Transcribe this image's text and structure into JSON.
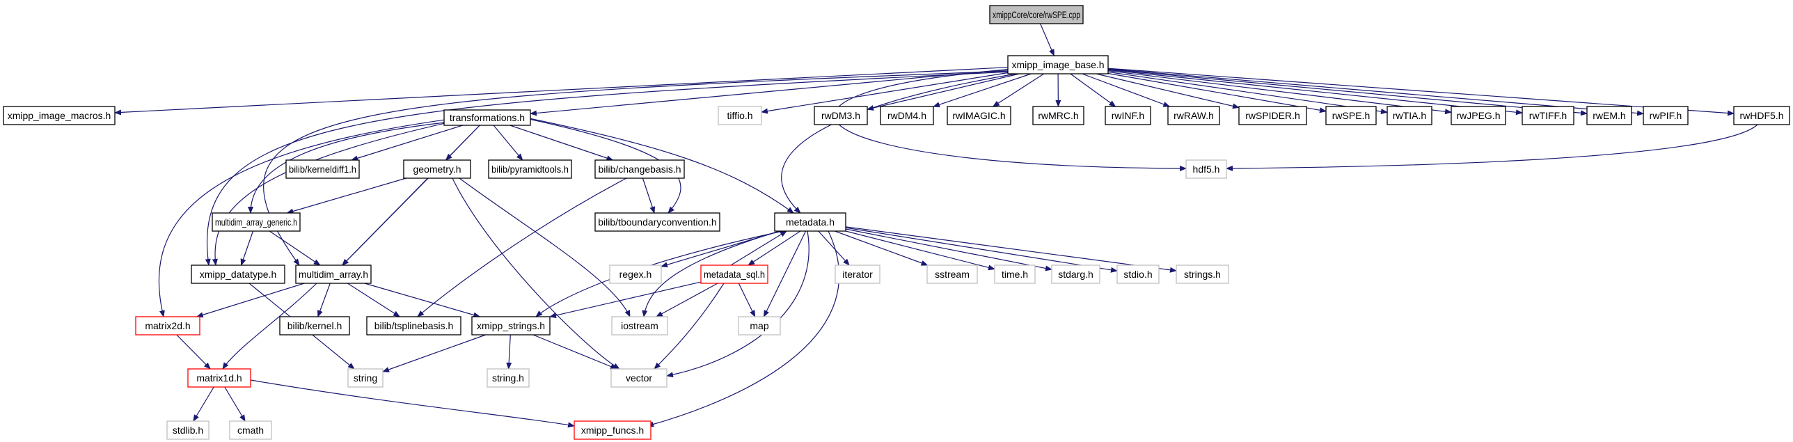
{
  "graph": {
    "nodes": [
      {
        "id": "rwSPE_cpp",
        "label": "xmippCore/core/rwSPE.cpp",
        "style": "root"
      },
      {
        "id": "xmipp_image_base",
        "label": "xmipp_image_base.h",
        "style": "normal"
      },
      {
        "id": "xmipp_image_macros",
        "label": "xmipp_image_macros.h",
        "style": "normal"
      },
      {
        "id": "transformations",
        "label": "transformations.h",
        "style": "normal"
      },
      {
        "id": "tiffio",
        "label": "tiffio.h",
        "style": "external"
      },
      {
        "id": "rwDM3",
        "label": "rwDM3.h",
        "style": "normal"
      },
      {
        "id": "rwDM4",
        "label": "rwDM4.h",
        "style": "normal"
      },
      {
        "id": "rwIMAGIC",
        "label": "rwIMAGIC.h",
        "style": "normal"
      },
      {
        "id": "rwMRC",
        "label": "rwMRC.h",
        "style": "normal"
      },
      {
        "id": "rwINF",
        "label": "rwINF.h",
        "style": "normal"
      },
      {
        "id": "rwRAW",
        "label": "rwRAW.h",
        "style": "normal"
      },
      {
        "id": "rwSPIDER",
        "label": "rwSPIDER.h",
        "style": "normal"
      },
      {
        "id": "rwSPE",
        "label": "rwSPE.h",
        "style": "normal"
      },
      {
        "id": "rwTIA",
        "label": "rwTIA.h",
        "style": "normal"
      },
      {
        "id": "rwJPEG",
        "label": "rwJPEG.h",
        "style": "normal"
      },
      {
        "id": "rwTIFF",
        "label": "rwTIFF.h",
        "style": "normal"
      },
      {
        "id": "rwEM",
        "label": "rwEM.h",
        "style": "normal"
      },
      {
        "id": "rwPIF",
        "label": "rwPIF.h",
        "style": "normal"
      },
      {
        "id": "rwHDF5",
        "label": "rwHDF5.h",
        "style": "normal"
      },
      {
        "id": "hdf5",
        "label": "hdf5.h",
        "style": "external"
      },
      {
        "id": "kerneldiff1",
        "label": "bilib/kerneldiff1.h",
        "style": "normal"
      },
      {
        "id": "geometry",
        "label": "geometry.h",
        "style": "normal"
      },
      {
        "id": "pyramidtools",
        "label": "bilib/pyramidtools.h",
        "style": "normal"
      },
      {
        "id": "changebasis",
        "label": "bilib/changebasis.h",
        "style": "normal"
      },
      {
        "id": "tboundary",
        "label": "bilib/tboundaryconvention.h",
        "style": "normal"
      },
      {
        "id": "metadata",
        "label": "metadata.h",
        "style": "normal"
      },
      {
        "id": "mag",
        "label": "multidim_array_generic.h",
        "style": "normal"
      },
      {
        "id": "xmipp_datatype",
        "label": "xmipp_datatype.h",
        "style": "normal"
      },
      {
        "id": "multidim_array",
        "label": "multidim_array.h",
        "style": "normal"
      },
      {
        "id": "regex",
        "label": "regex.h",
        "style": "external"
      },
      {
        "id": "metadata_sql",
        "label": "metadata_sql.h",
        "style": "red"
      },
      {
        "id": "iterator",
        "label": "iterator",
        "style": "external"
      },
      {
        "id": "sstream",
        "label": "sstream",
        "style": "external"
      },
      {
        "id": "time",
        "label": "time.h",
        "style": "external"
      },
      {
        "id": "stdarg",
        "label": "stdarg.h",
        "style": "external"
      },
      {
        "id": "stdio",
        "label": "stdio.h",
        "style": "external"
      },
      {
        "id": "strings",
        "label": "strings.h",
        "style": "external"
      },
      {
        "id": "matrix2d",
        "label": "matrix2d.h",
        "style": "red"
      },
      {
        "id": "bkernel",
        "label": "bilib/kernel.h",
        "style": "normal"
      },
      {
        "id": "tspline",
        "label": "bilib/tsplinebasis.h",
        "style": "normal"
      },
      {
        "id": "xmipp_strings",
        "label": "xmipp_strings.h",
        "style": "normal"
      },
      {
        "id": "iostream",
        "label": "iostream",
        "style": "external"
      },
      {
        "id": "map",
        "label": "map",
        "style": "external"
      },
      {
        "id": "matrix1d",
        "label": "matrix1d.h",
        "style": "red"
      },
      {
        "id": "string",
        "label": "string",
        "style": "external"
      },
      {
        "id": "string_h",
        "label": "string.h",
        "style": "external"
      },
      {
        "id": "vector",
        "label": "vector",
        "style": "external"
      },
      {
        "id": "stdlib",
        "label": "stdlib.h",
        "style": "external"
      },
      {
        "id": "cmath",
        "label": "cmath",
        "style": "external"
      },
      {
        "id": "xmipp_funcs",
        "label": "xmipp_funcs.h",
        "style": "red"
      }
    ],
    "edges": [
      [
        "rwSPE_cpp",
        "xmipp_image_base"
      ],
      [
        "xmipp_image_base",
        "xmipp_image_macros"
      ],
      [
        "xmipp_image_base",
        "transformations"
      ],
      [
        "xmipp_image_base",
        "tiffio"
      ],
      [
        "xmipp_image_base",
        "rwDM3"
      ],
      [
        "xmipp_image_base",
        "rwDM4"
      ],
      [
        "xmipp_image_base",
        "rwIMAGIC"
      ],
      [
        "xmipp_image_base",
        "rwMRC"
      ],
      [
        "xmipp_image_base",
        "rwINF"
      ],
      [
        "xmipp_image_base",
        "rwRAW"
      ],
      [
        "xmipp_image_base",
        "rwSPIDER"
      ],
      [
        "xmipp_image_base",
        "rwSPE"
      ],
      [
        "xmipp_image_base",
        "rwTIA"
      ],
      [
        "xmipp_image_base",
        "rwJPEG"
      ],
      [
        "xmipp_image_base",
        "rwTIFF"
      ],
      [
        "xmipp_image_base",
        "rwEM"
      ],
      [
        "xmipp_image_base",
        "rwPIF"
      ],
      [
        "xmipp_image_base",
        "rwHDF5"
      ],
      [
        "xmipp_image_base",
        "hdf5"
      ],
      [
        "xmipp_image_base",
        "metadata"
      ],
      [
        "xmipp_image_base",
        "multidim_array"
      ],
      [
        "xmipp_image_base",
        "xmipp_datatype"
      ],
      [
        "rwHDF5",
        "hdf5"
      ],
      [
        "transformations",
        "kerneldiff1"
      ],
      [
        "transformations",
        "geometry"
      ],
      [
        "transformations",
        "pyramidtools"
      ],
      [
        "transformations",
        "changebasis"
      ],
      [
        "transformations",
        "tboundary"
      ],
      [
        "transformations",
        "metadata"
      ],
      [
        "transformations",
        "mag"
      ],
      [
        "transformations",
        "multidim_array"
      ],
      [
        "transformations",
        "matrix2d"
      ],
      [
        "transformations",
        "xmipp_datatype"
      ],
      [
        "geometry",
        "mag"
      ],
      [
        "geometry",
        "multidim_array"
      ],
      [
        "geometry",
        "iostream"
      ],
      [
        "geometry",
        "vector"
      ],
      [
        "changebasis",
        "tboundary"
      ],
      [
        "changebasis",
        "tspline"
      ],
      [
        "mag",
        "multidim_array"
      ],
      [
        "mag",
        "xmipp_datatype"
      ],
      [
        "multidim_array",
        "matrix2d"
      ],
      [
        "multidim_array",
        "bkernel"
      ],
      [
        "multidim_array",
        "tspline"
      ],
      [
        "multidim_array",
        "xmipp_strings"
      ],
      [
        "multidim_array",
        "matrix1d"
      ],
      [
        "xmipp_datatype",
        "string"
      ],
      [
        "matrix2d",
        "matrix1d"
      ],
      [
        "matrix1d",
        "stdlib"
      ],
      [
        "matrix1d",
        "cmath"
      ],
      [
        "matrix1d",
        "xmipp_funcs"
      ],
      [
        "xmipp_strings",
        "string"
      ],
      [
        "xmipp_strings",
        "string_h"
      ],
      [
        "xmipp_strings",
        "vector"
      ],
      [
        "metadata",
        "regex"
      ],
      [
        "metadata",
        "metadata_sql"
      ],
      [
        "metadata",
        "iterator"
      ],
      [
        "metadata",
        "sstream"
      ],
      [
        "metadata",
        "time"
      ],
      [
        "metadata",
        "stdarg"
      ],
      [
        "metadata",
        "stdio"
      ],
      [
        "metadata",
        "strings"
      ],
      [
        "metadata",
        "xmipp_strings"
      ],
      [
        "metadata",
        "iostream"
      ],
      [
        "metadata",
        "map"
      ],
      [
        "metadata",
        "vector"
      ],
      [
        "metadata",
        "xmipp_funcs"
      ],
      [
        "metadata_sql",
        "metadata"
      ],
      [
        "metadata_sql",
        "xmipp_strings"
      ],
      [
        "metadata_sql",
        "iostream"
      ],
      [
        "metadata_sql",
        "map"
      ],
      [
        "metadata_sql",
        "vector"
      ]
    ],
    "colors": {
      "edge": "#191970",
      "root_fill": "#bfbfbf",
      "normal_border": "#000000",
      "external_border": "#bfbfbf",
      "red_border": "#ff0000",
      "text": "#000000"
    }
  }
}
